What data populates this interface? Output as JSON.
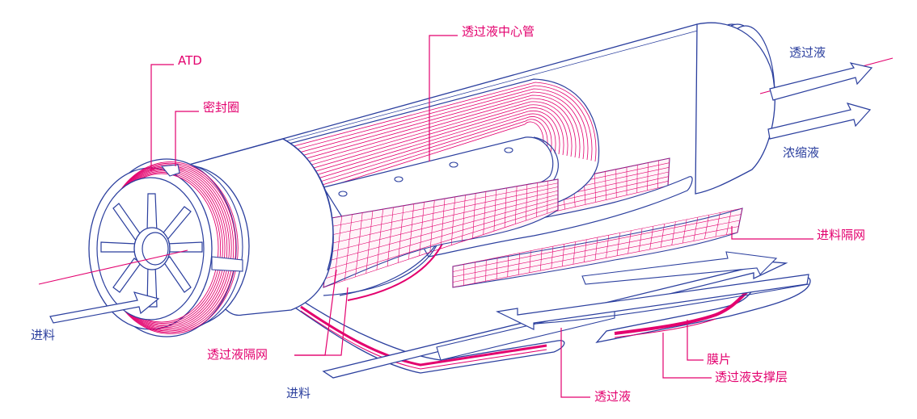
{
  "diagram": {
    "title": "",
    "colors": {
      "blue": "#2b3f9e",
      "magenta": "#e3006e",
      "white": "#ffffff"
    },
    "labels": {
      "atd": "ATD",
      "seal_ring": "密封圈",
      "permeate_tube": "透过液中心管",
      "permeate_out": "透过液",
      "concentrate_out": "浓缩液",
      "feed_spacer": "进料隔网",
      "feed_in_left": "进料",
      "permeate_spacer": "透过液隔网",
      "feed_in_bottom": "进料",
      "membrane": "膜片",
      "permeate_support": "透过液支撑层",
      "permeate_bottom": "透过液"
    }
  }
}
